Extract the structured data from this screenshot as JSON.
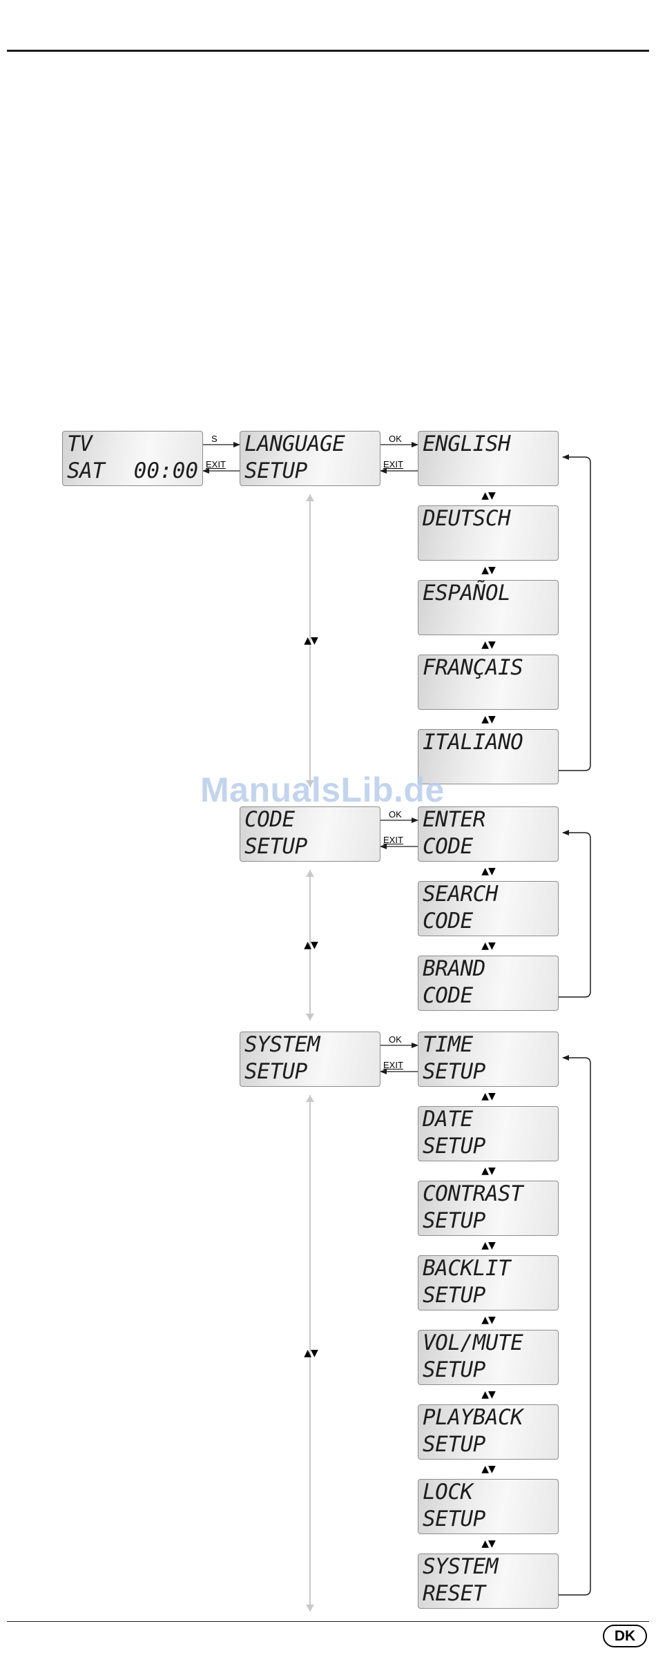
{
  "start_display": {
    "line1": "TV",
    "line2": "SAT",
    "time": "00:00"
  },
  "menus": [
    {
      "line1": "LANGUAGE",
      "line2": "SETUP",
      "options": [
        {
          "line1": "ENGLISH",
          "line2": ""
        },
        {
          "line1": "DEUTSCH",
          "line2": ""
        },
        {
          "line1": "ESPAÑOL",
          "line2": ""
        },
        {
          "line1": "FRANÇAIS",
          "line2": ""
        },
        {
          "line1": "ITALIANO",
          "line2": ""
        }
      ]
    },
    {
      "line1": "CODE",
      "line2": "SETUP",
      "options": [
        {
          "line1": "ENTER",
          "line2": "CODE"
        },
        {
          "line1": "SEARCH",
          "line2": "CODE"
        },
        {
          "line1": "BRAND",
          "line2": "CODE"
        }
      ]
    },
    {
      "line1": "SYSTEM",
      "line2": "SETUP",
      "options": [
        {
          "line1": "TIME",
          "line2": "SETUP"
        },
        {
          "line1": "DATE",
          "line2": "SETUP"
        },
        {
          "line1": "CONTRAST",
          "line2": "SETUP"
        },
        {
          "line1": "BACKLIT",
          "line2": "SETUP"
        },
        {
          "line1": "VOL/MUTE",
          "line2": "SETUP"
        },
        {
          "line1": "PLAYBACK",
          "line2": "SETUP"
        },
        {
          "line1": "LOCK",
          "line2": "SETUP"
        },
        {
          "line1": "SYSTEM",
          "line2": "RESET"
        }
      ]
    }
  ],
  "keys": {
    "s": "S",
    "ok": "OK",
    "exit": "EXIT",
    "up_down": "▲▼"
  },
  "watermark": "ManualsLib.de",
  "language_badge": "DK",
  "colors": {
    "lines": "#1a1a1a",
    "vertical_nav": "#c8c8c8",
    "watermark": "#b9cdea"
  }
}
